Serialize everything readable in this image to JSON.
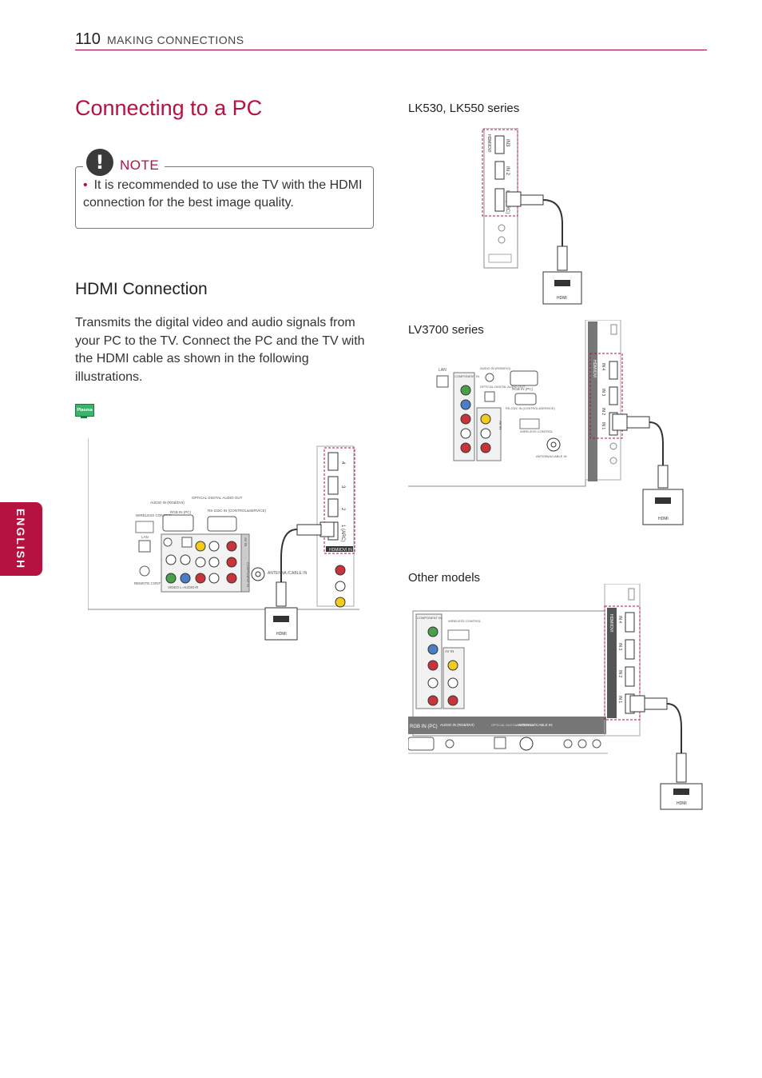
{
  "header": {
    "page_number": "110",
    "section": "MAKING CONNECTIONS"
  },
  "title": "Connecting to a PC",
  "note": {
    "label": "NOTE",
    "bullet": "•",
    "text": "It is recommended to use the TV with the HDMI connection for the best image quality."
  },
  "hdmi_section": {
    "title": "HDMI Connection",
    "body": "Transmits the digital video and audio signals from your PC to the TV. Connect the PC and the TV with the HDMI cable as shown in the following illustrations.",
    "badge": "Plasma"
  },
  "side_tab": "ENGLISH",
  "diagrams": {
    "plasma": {
      "ports": [
        "4",
        "3",
        "2",
        "1 (ARC)"
      ],
      "hdmi_dvi": "HDMI/DVI IN",
      "pc_label": "HDMI",
      "labels": {
        "wireless": "WIRELESS\nCONTROL",
        "audio_in": "AUDIO IN\n(RGB/DVI)",
        "optical": "OPTICAL\nDIGITAL\nAUDIO OUT",
        "rgb_in": "RGB IN (PC)",
        "rs232": "RS-232C IN\n(CONTROL&SERVICE)",
        "lan": "LAN",
        "remote": "REMOTE\nCONTROL IN",
        "antenna": "ANTENNA\n/CABLE IN",
        "video_audio": "VIDEO   L-AUDIO-R",
        "av_in": "AV IN",
        "component": "COMPONENT IN"
      }
    },
    "lk530": {
      "caption": "LK530, LK550 series",
      "ports": [
        "IN3",
        "IN 2",
        "IN 1 (ARC)"
      ],
      "hdmi_dvi": "HDMI/DVI",
      "pc_label": "HDMI"
    },
    "lv3700": {
      "caption": "LV3700 series",
      "ports": [
        "IN 4",
        "IN 3",
        "IN 2",
        "IN 1"
      ],
      "hdmi_dvi": "HDMI/DVI",
      "pc_label": "HDMI",
      "labels": {
        "lan": "LAN",
        "component": "COMPONENT\nIN",
        "audio_in": "AUDIO IN (RGB/DVI)",
        "optical": "OPTICAL DIGITAL\nAUDIO OUT",
        "rgb_in": "RGB IN (PC)",
        "rs232": "RS-232C IN (CONTROL&SERVICE)",
        "wireless": "WIRELESS\nCONTROL",
        "antenna": "ANTENNA/CABLE IN",
        "av_in": "AV IN"
      }
    },
    "other": {
      "caption": "Other models",
      "ports": [
        "IN 4",
        "IN 3",
        "IN 2",
        "IN 1"
      ],
      "hdmi_dvi": "HDMI/DVI",
      "pc_label": "HDMI",
      "labels": {
        "component": "COMPONENT\nIN",
        "wireless": "WIRELESS\nCONTROL",
        "av_in": "AV IN",
        "rgb_in": "RGB IN (PC)",
        "audio_in": "AUDIO IN\n(RGB/DVI)",
        "optical": "OPTICAL DIGITAL\nAUDIO OUT",
        "antenna": "ANTENNA/\nCABLE IN"
      }
    }
  },
  "colors": {
    "accent": "#b5123f",
    "plasma_badge": "#3bb36a"
  }
}
